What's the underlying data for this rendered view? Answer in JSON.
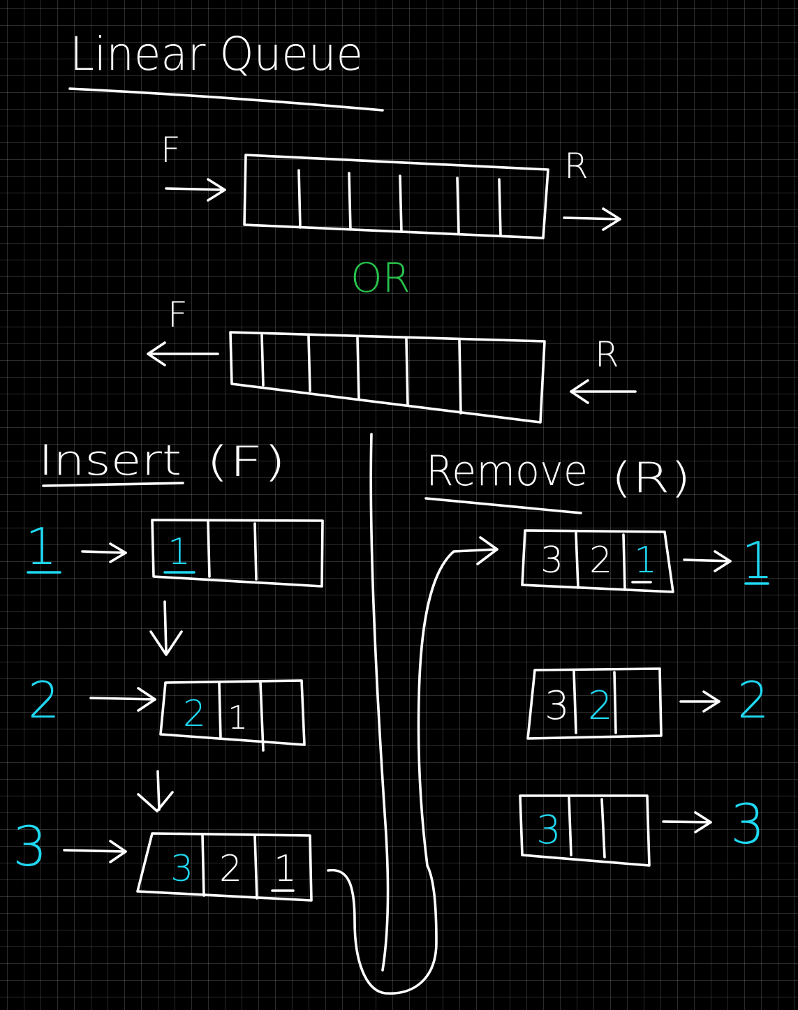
{
  "title": "Linear Queue",
  "front_label": "F",
  "rear_label": "R",
  "or_label": "OR",
  "insert": {
    "heading": "Insert",
    "heading_suffix": "(F)",
    "steps": [
      {
        "input": "1",
        "cells": [
          "1",
          "",
          ""
        ]
      },
      {
        "input": "2",
        "cells": [
          "2",
          "1",
          ""
        ]
      },
      {
        "input": "3",
        "cells": [
          "3",
          "2",
          "1"
        ]
      }
    ]
  },
  "remove": {
    "heading": "Remove",
    "heading_suffix": "(R)",
    "steps": [
      {
        "cells": [
          "3",
          "2",
          "1"
        ],
        "output": "1"
      },
      {
        "cells": [
          "3",
          "2",
          ""
        ],
        "output": "2"
      },
      {
        "cells": [
          "3",
          "",
          ""
        ],
        "output": "3"
      }
    ]
  },
  "colors": {
    "background": "#000000",
    "grid": "#3a3a3a",
    "ink": "#ffffff",
    "highlight": "#1fd8f2",
    "or": "#27c24c"
  }
}
